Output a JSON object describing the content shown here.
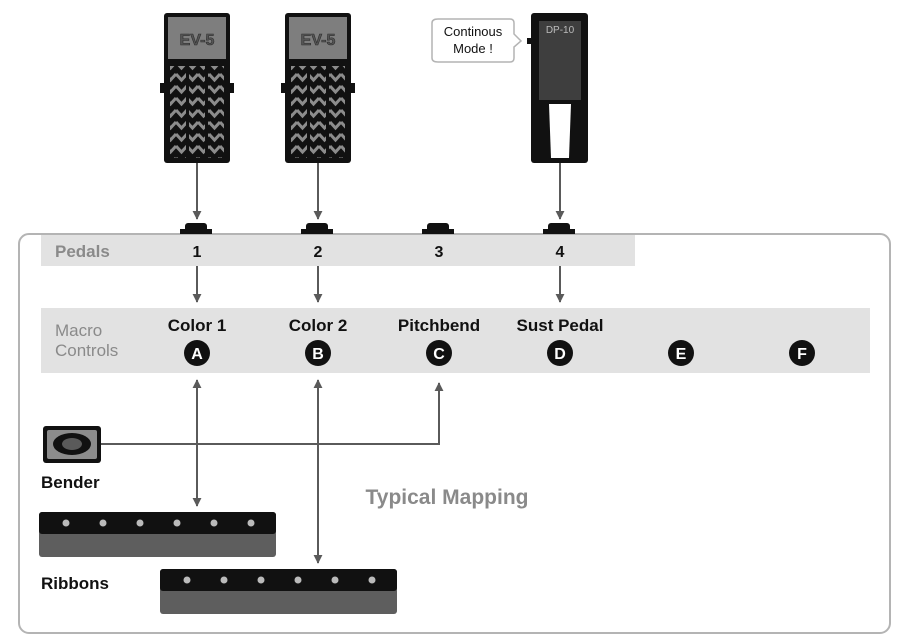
{
  "pedals": {
    "row_label": "Pedals",
    "numbers": [
      "1",
      "2",
      "3",
      "4"
    ],
    "expression_pedal_1_label": "EV-5",
    "expression_pedal_2_label": "EV-5",
    "sustain_pedal_label": "DP-10",
    "callout_line1": "Continous",
    "callout_line2": "Mode !"
  },
  "macros": {
    "row_label_line1": "Macro",
    "row_label_line2": "Controls",
    "names": [
      "Color 1",
      "Color 2",
      "Pitchbend",
      "Sust Pedal"
    ],
    "letters": [
      "A",
      "B",
      "C",
      "D",
      "E",
      "F"
    ]
  },
  "bender_label": "Bender",
  "ribbons_label": "Ribbons",
  "caption": "Typical Mapping",
  "colors": {
    "pedal_body": "#111111",
    "band_fill": "#e2e2e2",
    "arrow": "#5a5a5a",
    "frame": "#b4b4b4",
    "grey_text": "#8a8a8a"
  }
}
